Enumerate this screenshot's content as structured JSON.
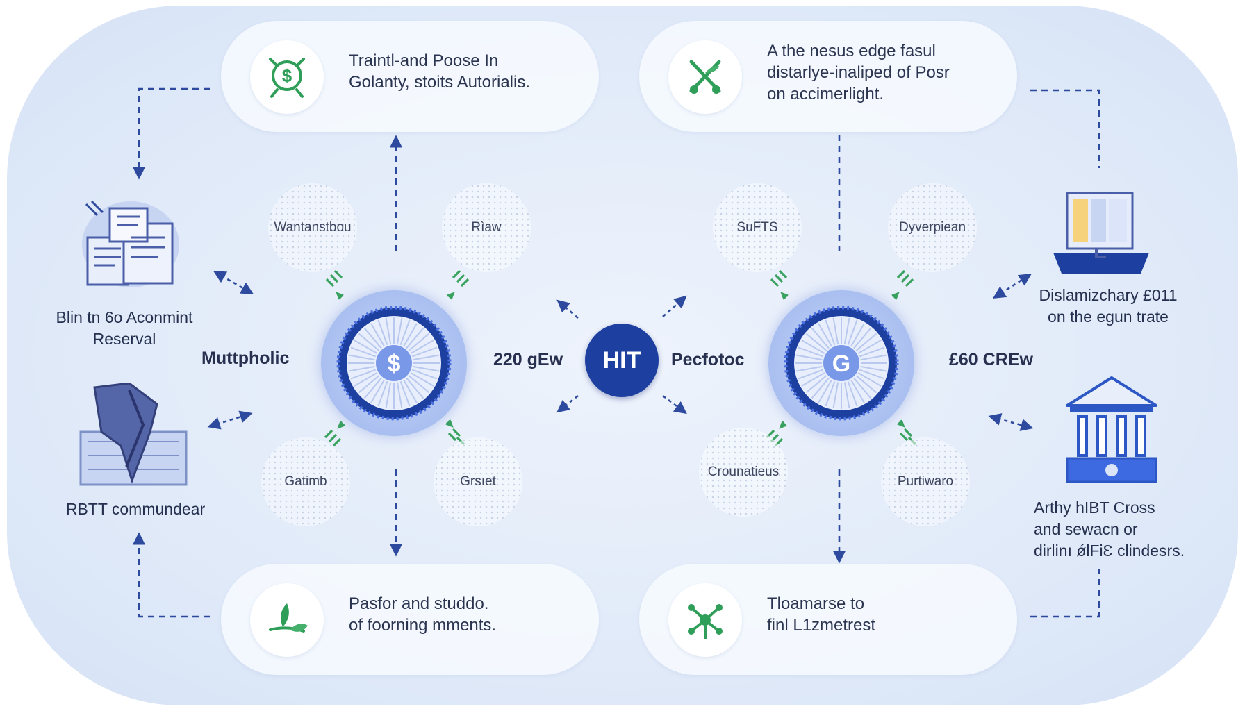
{
  "colors": {
    "accent": "#1d3fa0",
    "connector": "#2d4a9e",
    "green_icon": "#2e9e58",
    "background": "#e2ebf9"
  },
  "cards": [
    {
      "icon": "money-bag-icon",
      "text": "Traintl-and Poose In\nGolanty, stoits Autorialis."
    },
    {
      "icon": "scissors-plant-icon",
      "text": "A the nesus edge fasul\ndistarlye-inaliped of Posr\non accimerlight."
    },
    {
      "icon": "leaf-icon",
      "text": "Pasfor and studdo.\nof foorning mments."
    },
    {
      "icon": "network-node-icon",
      "text": "Tloamarse to\nfinl L1zmetrest"
    }
  ],
  "left_items": [
    {
      "icon": "documents-icon",
      "label": "Blin tn 6o Aconmint\nReserval"
    },
    {
      "icon": "statue-icon",
      "label": "RBTT commundear"
    }
  ],
  "right_items": [
    {
      "icon": "workstation-icon",
      "label": "Dislamizchary £011\non the egun trate"
    },
    {
      "icon": "bank-icon",
      "label": "Arthy hIBT Cross\nand sewacn or\ndirlinı ǿlFiƐ clindesrs."
    }
  ],
  "hubs": [
    {
      "symbol": "$",
      "left_label": "Muttpholic",
      "right_label": "220 gEw",
      "satellites": [
        "Wantanstbou",
        "Rìaw",
        "Gatimb",
        "Grsıet"
      ]
    },
    {
      "symbol": "G",
      "left_label": "Pecfotoc",
      "right_label": "£60 CREw",
      "satellites": [
        "SuFTS",
        "Dyverpiean",
        "Crounatieus",
        "Purtiwaro"
      ]
    }
  ],
  "center": {
    "label": "HIT"
  }
}
